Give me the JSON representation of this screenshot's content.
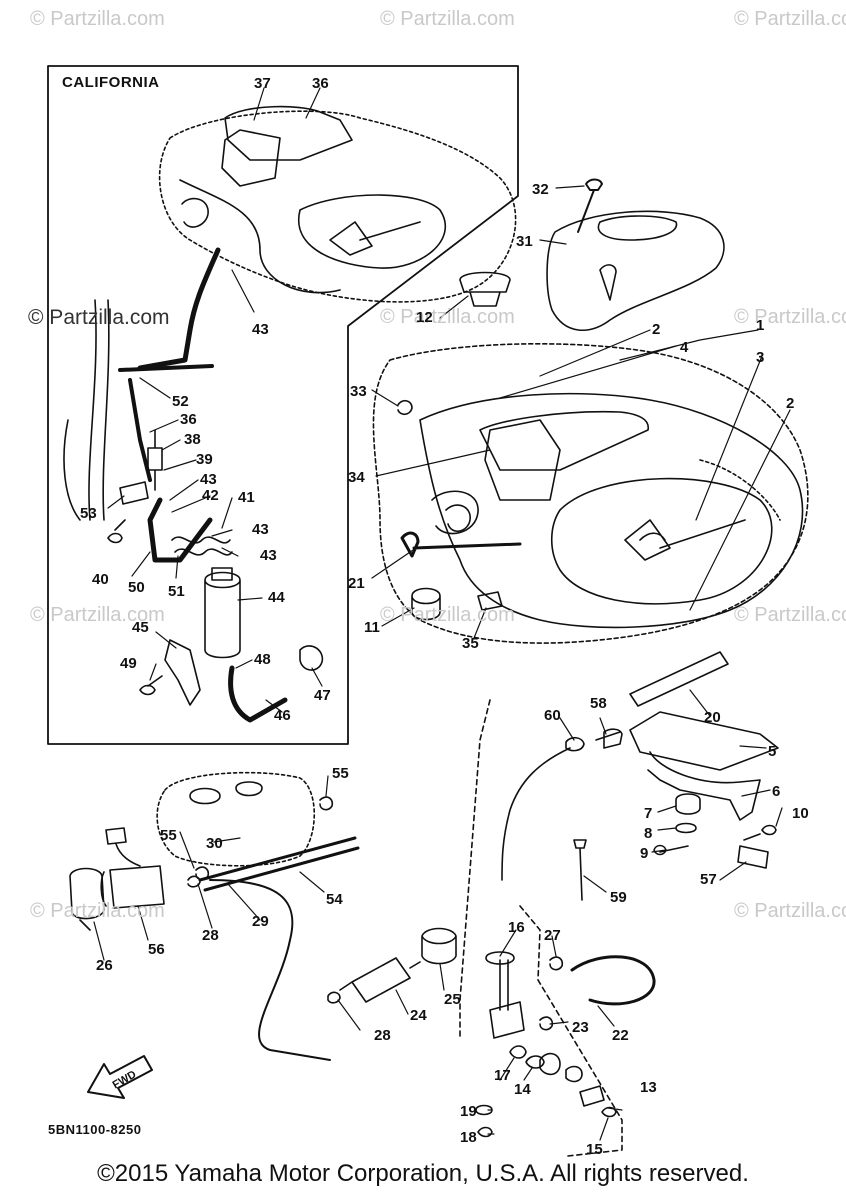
{
  "diagram": {
    "inset_title": "CALIFORNIA",
    "part_code": "5BN1100-8250",
    "fwd_label": "FWD",
    "copyright": "©2015 Yamaha Motor Corporation, U.S.A. All rights reserved.",
    "watermarks": [
      "© Partzilla.com",
      "© Partzilla.com",
      "© Partzilla.com",
      "© Partzilla.com",
      "© Partzilla.com",
      "© Partzilla.com",
      "© Partzilla.com",
      "© Partzilla.com",
      "© Partzilla.com",
      "© Partzilla.com",
      "© Partzilla.com"
    ],
    "callouts": [
      "37",
      "36",
      "43",
      "52",
      "36",
      "38",
      "39",
      "43",
      "42",
      "41",
      "43",
      "43",
      "53",
      "40",
      "50",
      "51",
      "44",
      "45",
      "49",
      "48",
      "47",
      "46",
      "32",
      "31",
      "12",
      "2",
      "1",
      "4",
      "3",
      "2",
      "33",
      "34",
      "21",
      "11",
      "35",
      "20",
      "60",
      "58",
      "5",
      "6",
      "7",
      "10",
      "8",
      "9",
      "57",
      "59",
      "55",
      "55",
      "30",
      "54",
      "28",
      "29",
      "56",
      "26",
      "16",
      "27",
      "25",
      "24",
      "28",
      "23",
      "22",
      "17",
      "14",
      "13",
      "19",
      "18",
      "15"
    ]
  }
}
